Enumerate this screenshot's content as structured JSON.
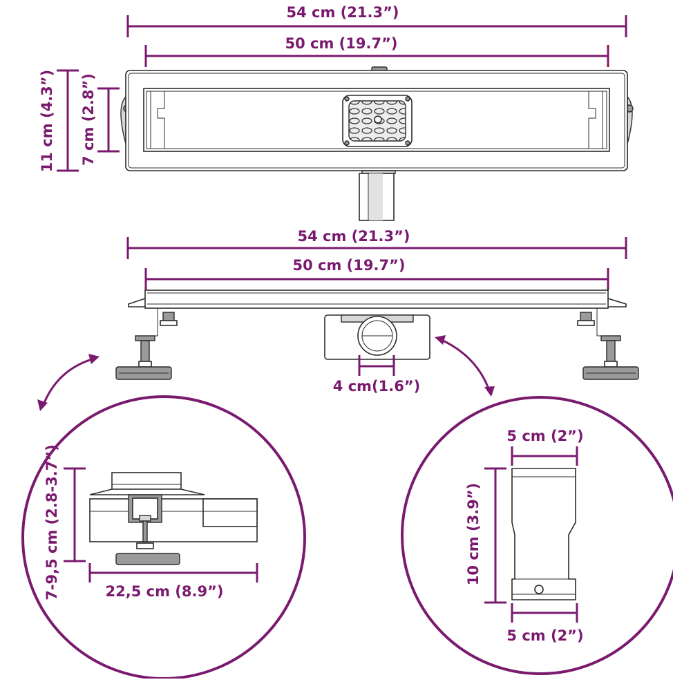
{
  "colors": {
    "accent": "#7a1a6e",
    "line": "#2b2b2b"
  },
  "top_view": {
    "overall_width": "54 cm (21.3”)",
    "inner_width": "50 cm (19.7”)",
    "overall_height": "11 cm (4.3”)",
    "inner_height": "7 cm (2.8”)"
  },
  "side_view": {
    "overall_width": "54 cm (21.3”)",
    "inner_width": "50 cm (19.7”)",
    "outlet_diameter": "4 cm(1.6”)"
  },
  "detail_left": {
    "height_range": "7-9,5 cm (2.8-3.7”)",
    "depth": "22,5 cm (8.9”)"
  },
  "detail_right": {
    "top_width": "5 cm (2”)",
    "height": "10 cm (3.9”)",
    "bottom_width": "5 cm (2”)"
  }
}
